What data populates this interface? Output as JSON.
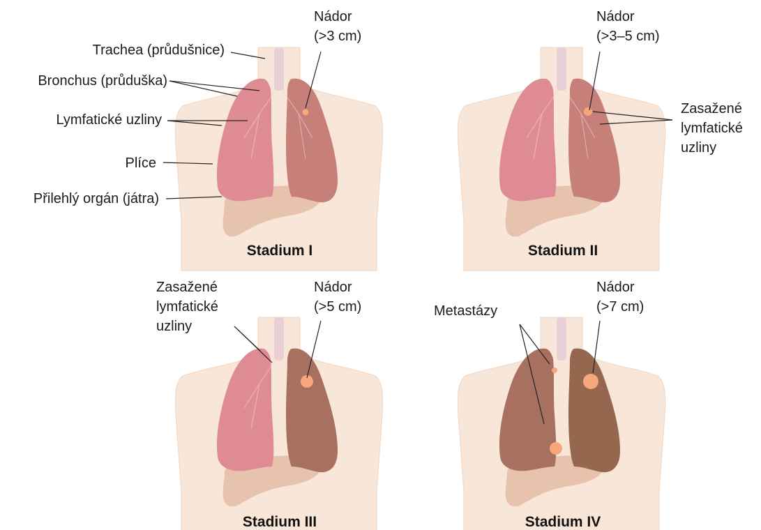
{
  "colors": {
    "skin": "#f8e6d8",
    "skin_edge": "#f0d6c2",
    "liver": "#e7c3ad",
    "lung_healthy": "#df8b93",
    "lung_affected": "#c77f7a",
    "lung_dark": "#a8705f",
    "lung_darkest": "#96674f",
    "trachea": "#e9cfd6",
    "tumor": "#f6a87c",
    "text": "#1a1a1a"
  },
  "panels": [
    {
      "id": "stage-1",
      "title": "Stadium I",
      "tumor_label": [
        "Nádor",
        "(>3 cm)"
      ],
      "left_labels": [
        "Trachea (průdušnice)",
        "Bronchus (průduška)",
        "Lymfatické uzliny",
        "Plíce",
        "Přilehlý orgán (játra)"
      ]
    },
    {
      "id": "stage-2",
      "title": "Stadium II",
      "tumor_label": [
        "Nádor",
        "(>3–5 cm)"
      ],
      "nodes_label": [
        "Zasažené",
        "lymfatické",
        "uzliny"
      ]
    },
    {
      "id": "stage-3",
      "title": "Stadium III",
      "tumor_label": [
        "Nádor",
        "(>5 cm)"
      ],
      "nodes_label": [
        "Zasažené",
        "lymfatické",
        "uzliny"
      ]
    },
    {
      "id": "stage-4",
      "title": "Stadium IV",
      "tumor_label": [
        "Nádor",
        "(>7 cm)"
      ],
      "metastasis_label": "Metastázy"
    }
  ]
}
